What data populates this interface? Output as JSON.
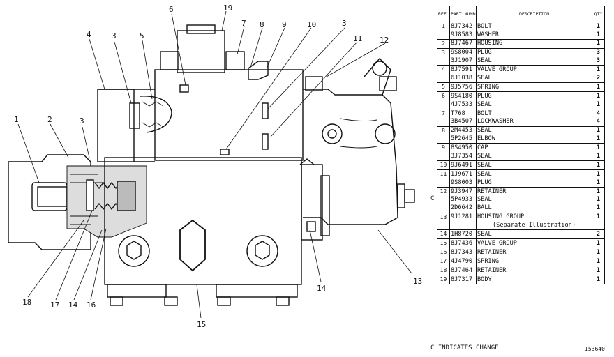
{
  "table": {
    "headers": [
      "REF NO",
      "PART NUMBER",
      "DESCRIPTION",
      "QTY"
    ],
    "rows": [
      {
        "ref": "1",
        "pn": "8J7342",
        "desc": "BOLT",
        "qty": "1",
        "grp": true
      },
      {
        "ref": "",
        "pn": "9J8583",
        "desc": "WASHER",
        "qty": "1"
      },
      {
        "ref": "2",
        "pn": "8J7467",
        "desc": "HOUSING",
        "qty": "1",
        "grp": true
      },
      {
        "ref": "3",
        "pn": "9S8004",
        "desc": "PLUG",
        "qty": "3",
        "grp": true
      },
      {
        "ref": "",
        "pn": "3J1907",
        "desc": "SEAL",
        "qty": "3"
      },
      {
        "ref": "4",
        "pn": "8J7591",
        "desc": "VALVE GROUP",
        "qty": "1",
        "grp": true
      },
      {
        "ref": "",
        "pn": "6J1038",
        "desc": "SEAL",
        "qty": "2"
      },
      {
        "ref": "5",
        "pn": "9J5756",
        "desc": "SPRING",
        "qty": "1",
        "grp": true
      },
      {
        "ref": "6",
        "pn": "9S4180",
        "desc": "PLUG",
        "qty": "1",
        "grp": true
      },
      {
        "ref": "",
        "pn": "4J7533",
        "desc": "SEAL",
        "qty": "1"
      },
      {
        "ref": "7",
        "pn": "T768",
        "desc": "BOLT",
        "qty": "4",
        "grp": true
      },
      {
        "ref": "",
        "pn": "3B4507",
        "desc": "LOCKWASHER",
        "qty": "4"
      },
      {
        "ref": "8",
        "pn": "2M4453",
        "desc": "SEAL",
        "qty": "1",
        "grp": true
      },
      {
        "ref": "",
        "pn": "5P2645",
        "desc": "ELBOW",
        "qty": "1"
      },
      {
        "ref": "9",
        "pn": "8S4950",
        "desc": "CAP",
        "qty": "1",
        "grp": true
      },
      {
        "ref": "",
        "pn": "3J7354",
        "desc": "SEAL",
        "qty": "1"
      },
      {
        "ref": "10",
        "pn": "9J6491",
        "desc": "SEAL",
        "qty": "1",
        "grp": true
      },
      {
        "ref": "11",
        "pn": "1J9671",
        "desc": "SEAL",
        "qty": "1",
        "grp": true
      },
      {
        "ref": "",
        "pn": "9S8003",
        "desc": "PLUG",
        "qty": "1"
      },
      {
        "ref": "12",
        "pn": "9J3947",
        "desc": "RETAINER",
        "qty": "1",
        "grp": true
      },
      {
        "ref": "",
        "pn": "5P4933",
        "desc": "SEAL",
        "qty": "1"
      },
      {
        "ref": "",
        "pn": "2D6642",
        "desc": "BALL",
        "qty": "1"
      },
      {
        "ref": "13",
        "pn": "9J1281",
        "desc": "HOUSING GROUP",
        "qty": "1",
        "grp": true
      },
      {
        "ref": "",
        "pn": "",
        "desc": "(Separate Illustration)",
        "qty": "",
        "note": true
      },
      {
        "ref": "14",
        "pn": "1H8720",
        "desc": "SEAL",
        "qty": "2",
        "grp": true
      },
      {
        "ref": "15",
        "pn": "8J7436",
        "desc": "VALVE GROUP",
        "qty": "1",
        "grp": true
      },
      {
        "ref": "16",
        "pn": "8J7343",
        "desc": "RETAINER",
        "qty": "1",
        "grp": true
      },
      {
        "ref": "17",
        "pn": "4J4790",
        "desc": "SPRING",
        "qty": "1",
        "grp": true
      },
      {
        "ref": "18",
        "pn": "8J7464",
        "desc": "RETAINER",
        "qty": "1",
        "grp": true
      },
      {
        "ref": "19",
        "pn": "8J7317",
        "desc": "BODY",
        "qty": "1",
        "grp": true,
        "last": true
      }
    ]
  },
  "drawing": {
    "callouts": [
      "1",
      "2",
      "3",
      "3",
      "3",
      "4",
      "5",
      "6",
      "7",
      "8",
      "9",
      "10",
      "11",
      "12",
      "13",
      "14",
      "14",
      "15",
      "16",
      "17",
      "18",
      "19"
    ]
  },
  "change_marker": "C",
  "footer_note": "C INDICATES CHANGE",
  "figure_number": "153640"
}
